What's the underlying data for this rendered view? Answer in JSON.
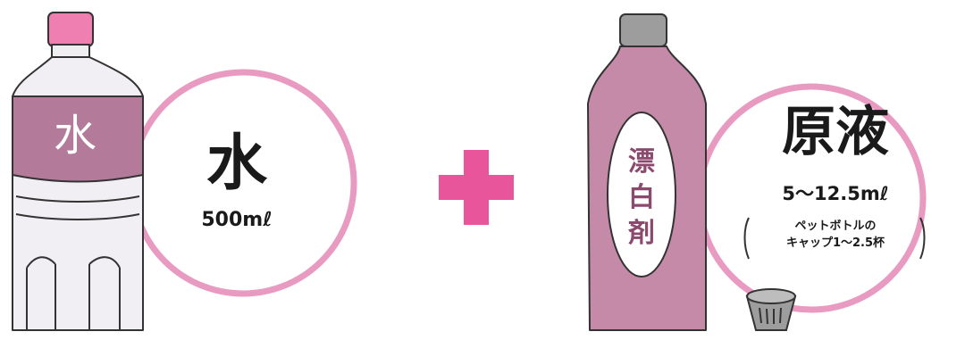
{
  "water": {
    "bottle_label": "水",
    "title": "水",
    "amount": "500mℓ"
  },
  "operator": "+",
  "bleach": {
    "bottle_label": [
      "漂",
      "白",
      "剤"
    ],
    "title": "原液",
    "amount": "5〜12.5mℓ",
    "note_line1": "ペットボトルの",
    "note_line2": "キャップ1〜2.5杯"
  },
  "colors": {
    "circle_outline": "#e89ac0",
    "plus": "#e8559a",
    "water_cap": "#ee7fb0",
    "water_label": "#b37a9a",
    "bleach_body": "#c48aa8",
    "bleach_cap": "#9d9d9d"
  }
}
